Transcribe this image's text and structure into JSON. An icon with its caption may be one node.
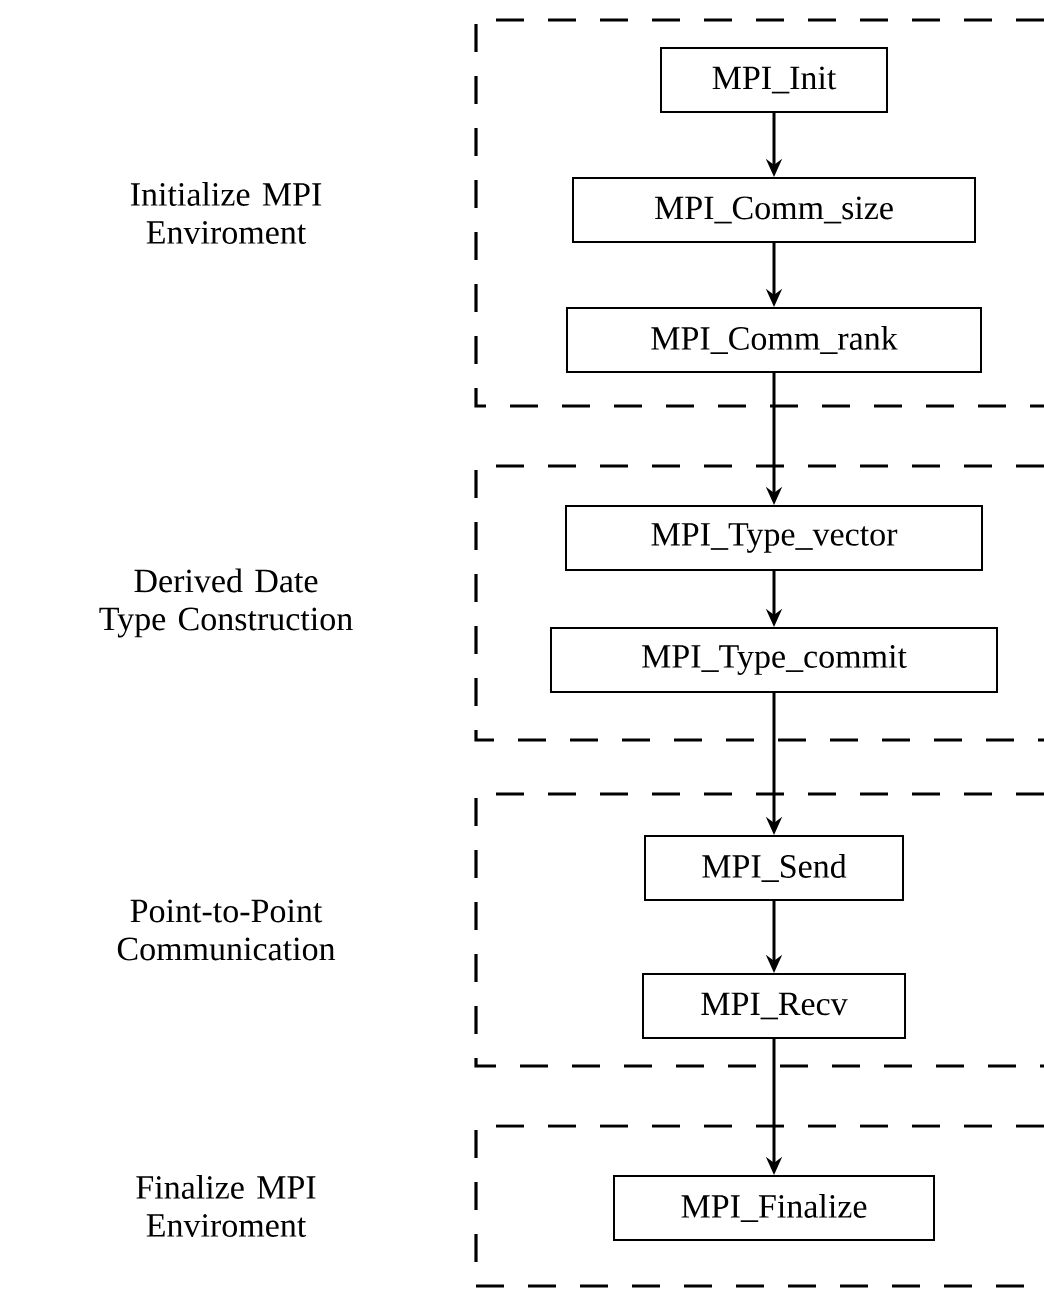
{
  "diagram": {
    "nodes": [
      {
        "text": [
          "Initialize MPI Enviroment"
        ]
      },
      {
        "text": [
          "MPI_Init"
        ],
        "in": 0
      },
      {
        "text": [
          "MPI_Comm_size"
        ],
        "in": 0
      },
      {
        "text": [
          "MPI_Comm_rank"
        ],
        "in": 0
      },
      {
        "text": [
          "Derived Date Type Construction"
        ]
      },
      {
        "text": [
          "MPI_Type_vector"
        ],
        "in": 4
      },
      {
        "text": [
          "MPI_Type_commit"
        ],
        "in": 4
      },
      {
        "text": [
          "Point-to-Point Communication"
        ]
      },
      {
        "text": [
          "MPI_Send"
        ],
        "in": 7
      },
      {
        "text": [
          "MPI_Recv"
        ],
        "in": 7
      },
      {
        "text": [
          "Finalize MPI Enviroment"
        ]
      },
      {
        "text": [
          "MPI_Finalize"
        ],
        "in": 10
      }
    ],
    "edges": [
      {
        "from": 1,
        "to": 2,
        "arrow": "to"
      },
      {
        "from": 2,
        "to": 3,
        "arrow": "to"
      },
      {
        "from": 3,
        "to": 5,
        "arrow": "to"
      },
      {
        "from": 5,
        "to": 6,
        "arrow": "to"
      },
      {
        "from": 6,
        "to": 8,
        "arrow": "to"
      },
      {
        "from": 8,
        "to": 9,
        "arrow": "to"
      },
      {
        "from": 9,
        "to": 11,
        "arrow": "to"
      }
    ]
  }
}
